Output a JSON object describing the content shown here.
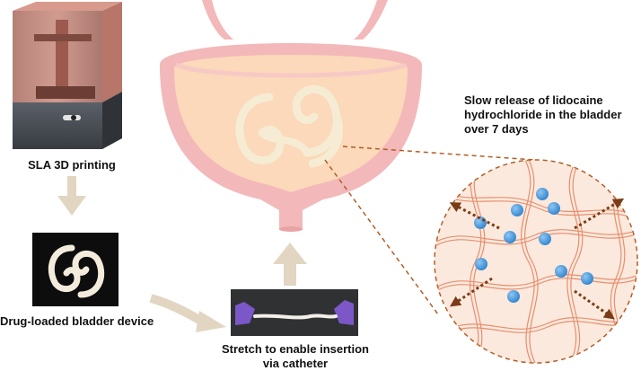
{
  "labels": {
    "printing": "SLA 3D printing",
    "device": "Drug-loaded bladder device",
    "stretch_line1": "Stretch to enable insertion",
    "stretch_line2": "via catheter",
    "release_line1": "Slow release of lidocaine",
    "release_line2": "hydrochloride in the bladder",
    "release_line3": "over 7 days"
  },
  "colors": {
    "arrow_beige": "#e2d6c2",
    "bladder_wall": "#f3b8b9",
    "bladder_fill": "#fbd9ba",
    "device_cream": "#f5ecd3",
    "dashed_brown": "#b25d25",
    "circle_fill": "#fbe9dd",
    "polymer": "#e88e6e",
    "drug_blue": "#4a9ee0",
    "release_arrow": "#7a3c16",
    "printer_body": "#4d5258",
    "printer_top": "#c07b6e"
  }
}
